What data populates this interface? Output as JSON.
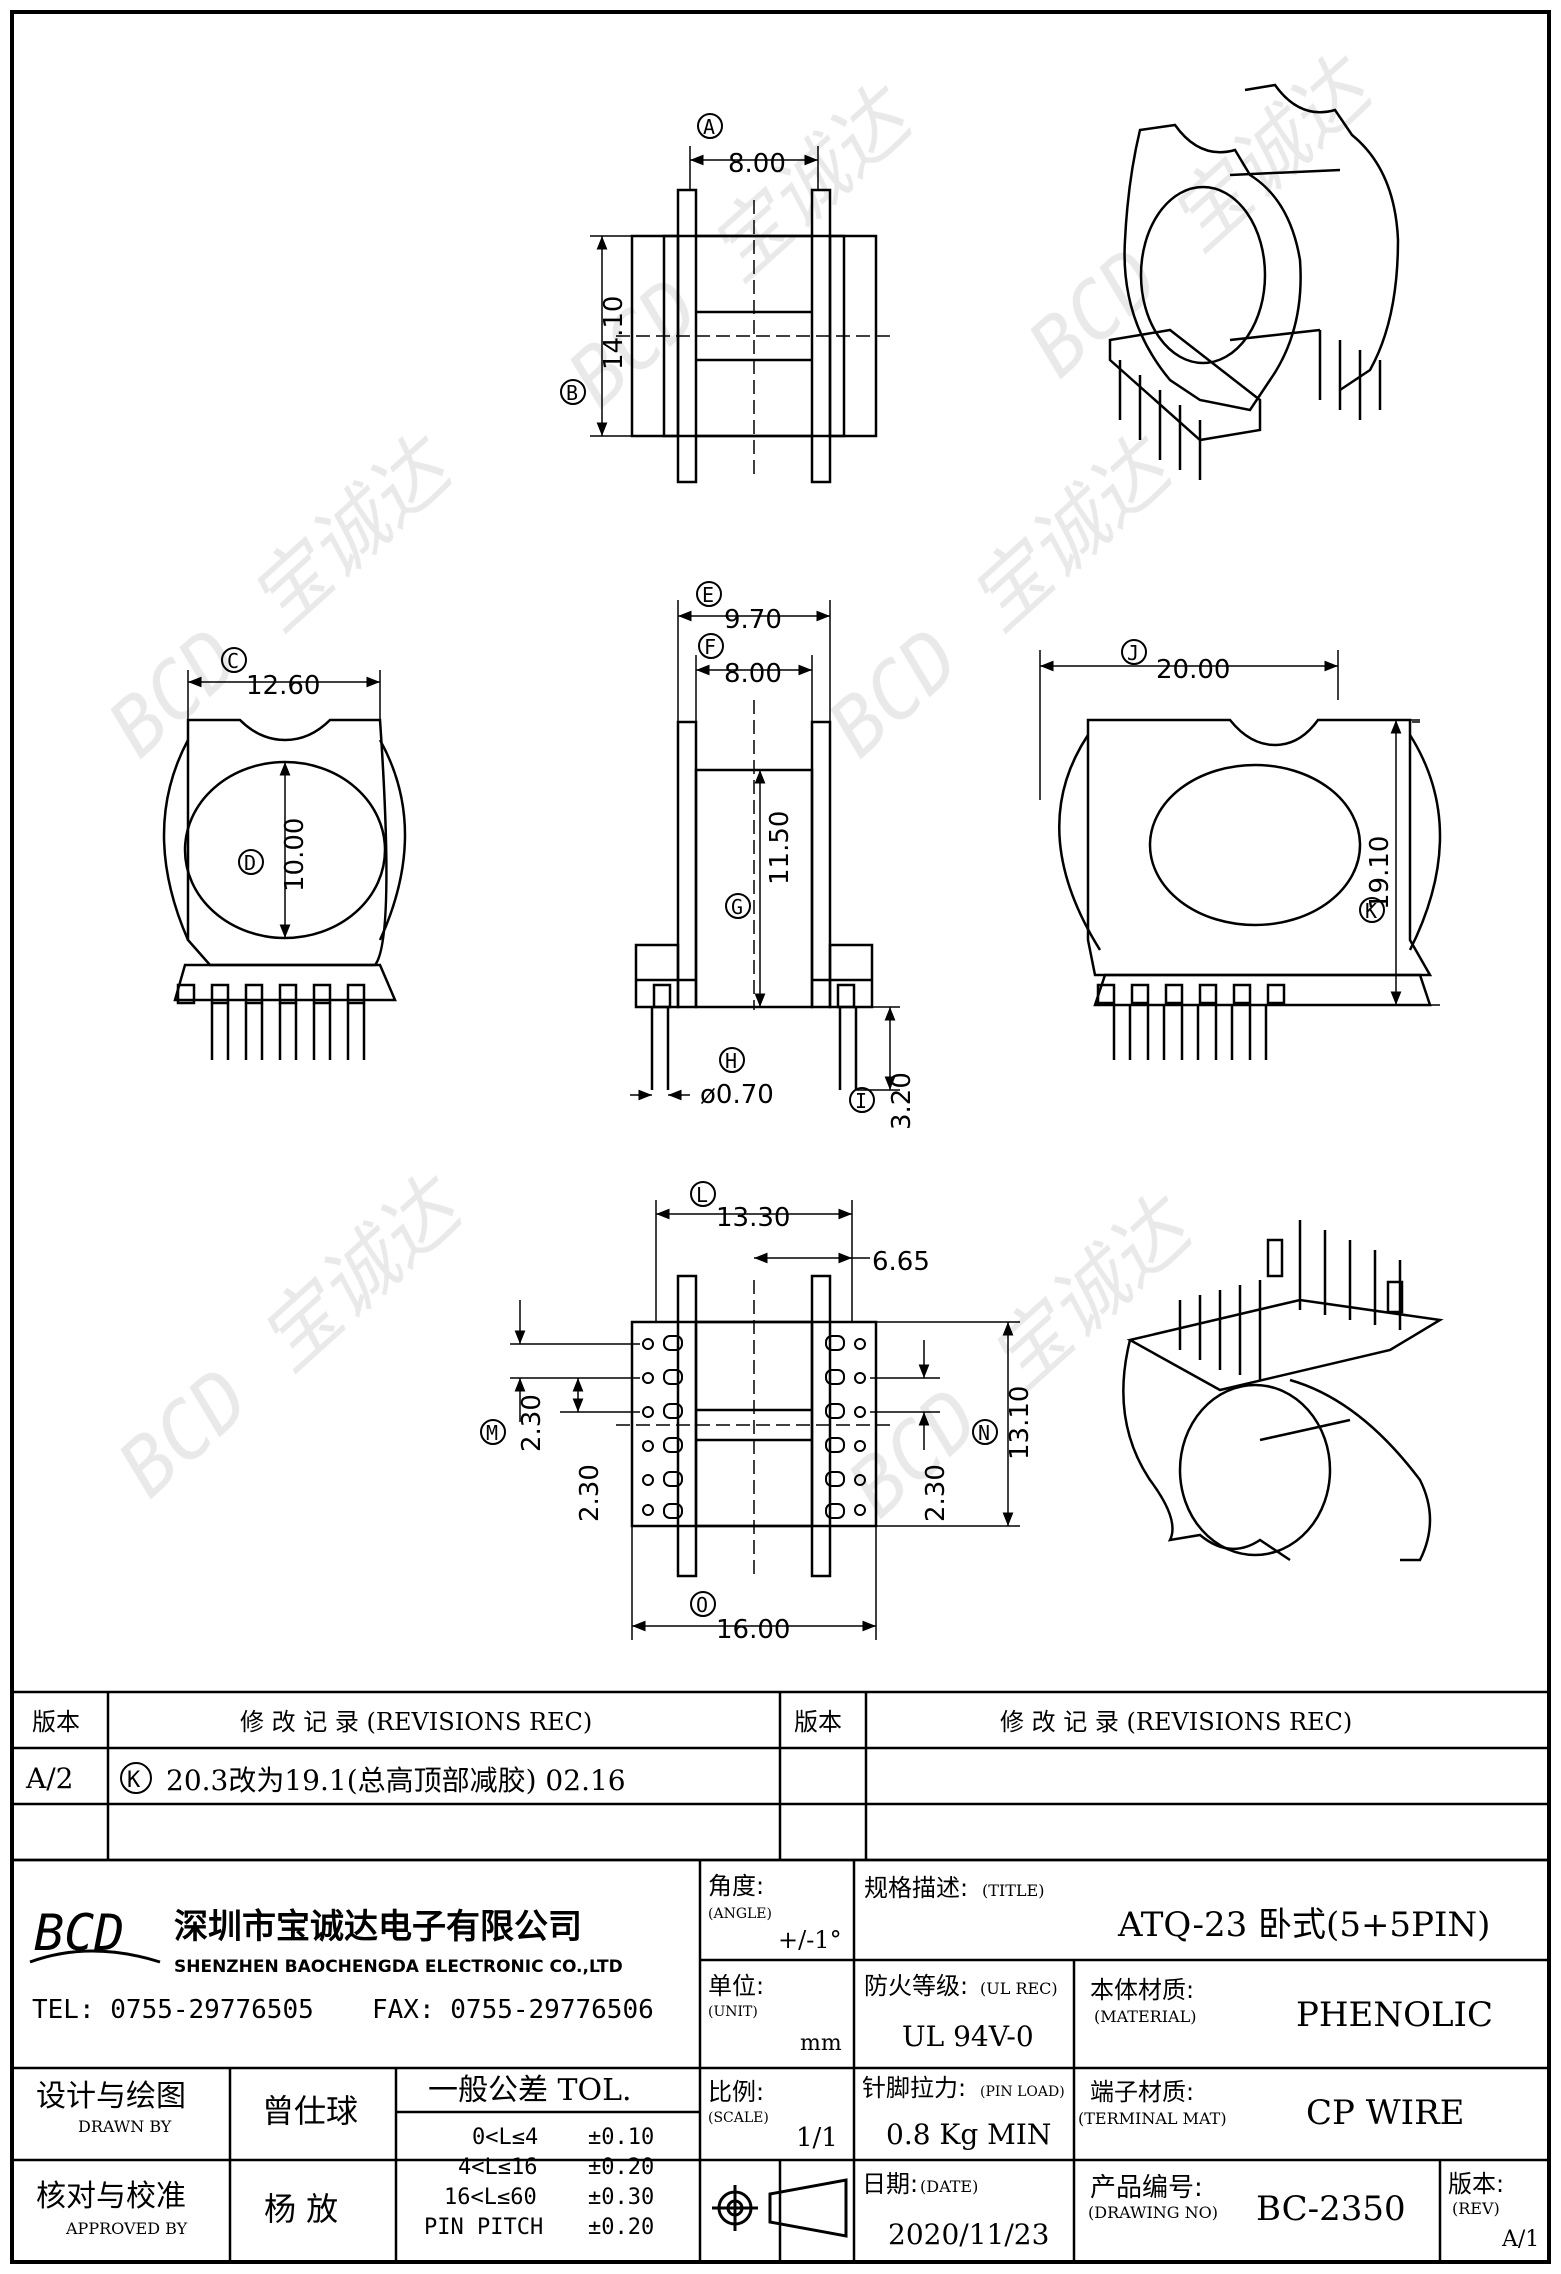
{
  "views": {
    "top": {
      "dims": {
        "width": "8.00",
        "height": "14.10"
      },
      "markers": {
        "width": "A",
        "height": "B"
      }
    },
    "left": {
      "dims": {
        "width": "12.60",
        "inner": "10.00"
      },
      "markers": {
        "width": "C",
        "inner": "D"
      }
    },
    "side": {
      "dims": {
        "outer": "9.70",
        "inner": "8.00",
        "height": "11.50",
        "pin_dia": "ø0.70",
        "pin_len": "3.20"
      },
      "markers": {
        "outer": "E",
        "inner": "F",
        "height": "G",
        "pin_dia": "H",
        "pin_len": "I"
      }
    },
    "front": {
      "dims": {
        "width": "20.00",
        "height": "19.10"
      },
      "markers": {
        "width": "J",
        "height": "K"
      }
    },
    "bottom": {
      "dims": {
        "width": "13.30",
        "half": "6.65",
        "pitch_left_outer": "2.30",
        "pitch_left_inner": "2.30",
        "pitch_right": "2.30",
        "height": "13.10",
        "total": "16.00"
      },
      "markers": {
        "width": "L",
        "pitch_left": "M",
        "height": "N",
        "total": "O"
      }
    }
  },
  "watermark": "BCD 宝诚达",
  "revisions": {
    "col_version": "版本",
    "col_record": "修 改 记 录 (REVISIONS REC)",
    "rows": [
      {
        "version": "A/2",
        "marker": "K",
        "text": "20.3改为19.1(总高顶部减胶) 02.16"
      }
    ]
  },
  "company": {
    "logo": "BCD",
    "name_cn": "深圳市宝诚达电子有限公司",
    "name_en": "SHENZHEN BAOCHENGDA ELECTRONIC CO.,LTD",
    "tel": "TEL: 0755-29776505",
    "fax": "FAX: 0755-29776506"
  },
  "title_block": {
    "angle_label": "角度:",
    "angle_label_en": "(ANGLE)",
    "angle_value": "+/-1°",
    "title_label": "规格描述:",
    "title_label_en": "(TITLE)",
    "title_value": "ATQ-23 卧式(5+5PIN)",
    "unit_label": "单位:",
    "unit_label_en": "(UNIT)",
    "unit_value": "mm",
    "ul_label": "防火等级:",
    "ul_label_en": "(UL REC)",
    "ul_value": "UL 94V-0",
    "material_label": "本体材质:",
    "material_label_en": "(MATERIAL)",
    "material_value": "PHENOLIC",
    "designer_label": "设计与绘图",
    "designer_label_en": "DRAWN BY",
    "designer_value": "曾仕球",
    "tol_title": "一般公差 TOL.",
    "tolerances": [
      {
        "range": "0<L≤4",
        "value": "±0.10"
      },
      {
        "range": "4<L≤16",
        "value": "±0.20"
      },
      {
        "range": "16<L≤60",
        "value": "±0.30"
      },
      {
        "range": "PIN PITCH",
        "value": "±0.20"
      }
    ],
    "scale_label": "比例:",
    "scale_label_en": "(SCALE)",
    "scale_value": "1/1",
    "pinload_label": "针脚拉力:",
    "pinload_label_en": "(PIN LOAD)",
    "pinload_value": "0.8 Kg MIN",
    "terminal_label": "端子材质:",
    "terminal_label_en": "(TERMINAL MAT)",
    "terminal_value": "CP WIRE",
    "approver_label": "核对与校准",
    "approver_label_en": "APPROVED BY",
    "approver_value": "杨 放",
    "date_label": "日期:",
    "date_label_en": "(DATE)",
    "date_value": "2020/11/23",
    "drawing_label": "产品编号:",
    "drawing_label_en": "(DRAWING NO)",
    "drawing_value": "BC-2350",
    "rev_label": "版本:",
    "rev_label_en": "(REV)",
    "rev_value": "A/1"
  }
}
